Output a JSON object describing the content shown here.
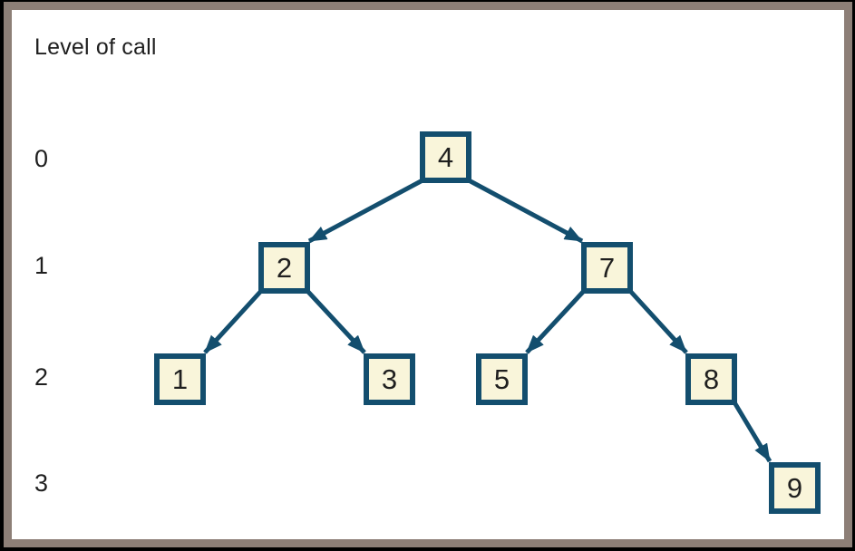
{
  "title": "Level of call",
  "levels": [
    {
      "label": "0"
    },
    {
      "label": "1"
    },
    {
      "label": "2"
    },
    {
      "label": "3"
    }
  ],
  "tree": {
    "nodes": [
      {
        "id": "4",
        "value": "4",
        "level": 0
      },
      {
        "id": "2",
        "value": "2",
        "level": 1
      },
      {
        "id": "7",
        "value": "7",
        "level": 1
      },
      {
        "id": "1",
        "value": "1",
        "level": 2
      },
      {
        "id": "3",
        "value": "3",
        "level": 2
      },
      {
        "id": "5",
        "value": "5",
        "level": 2
      },
      {
        "id": "8",
        "value": "8",
        "level": 2
      },
      {
        "id": "9",
        "value": "9",
        "level": 3
      }
    ],
    "edges": [
      {
        "from": "4",
        "to": "2"
      },
      {
        "from": "4",
        "to": "7"
      },
      {
        "from": "2",
        "to": "1"
      },
      {
        "from": "2",
        "to": "3"
      },
      {
        "from": "7",
        "to": "5"
      },
      {
        "from": "7",
        "to": "8"
      },
      {
        "from": "8",
        "to": "9"
      }
    ]
  },
  "colors": {
    "node_border": "#134e6e",
    "node_fill": "#f9f5da",
    "arrow": "#134e6e",
    "frame": "#8d7f77",
    "outer_border": "#000000",
    "background": "#ffffff",
    "text": "#1f1f1f"
  }
}
